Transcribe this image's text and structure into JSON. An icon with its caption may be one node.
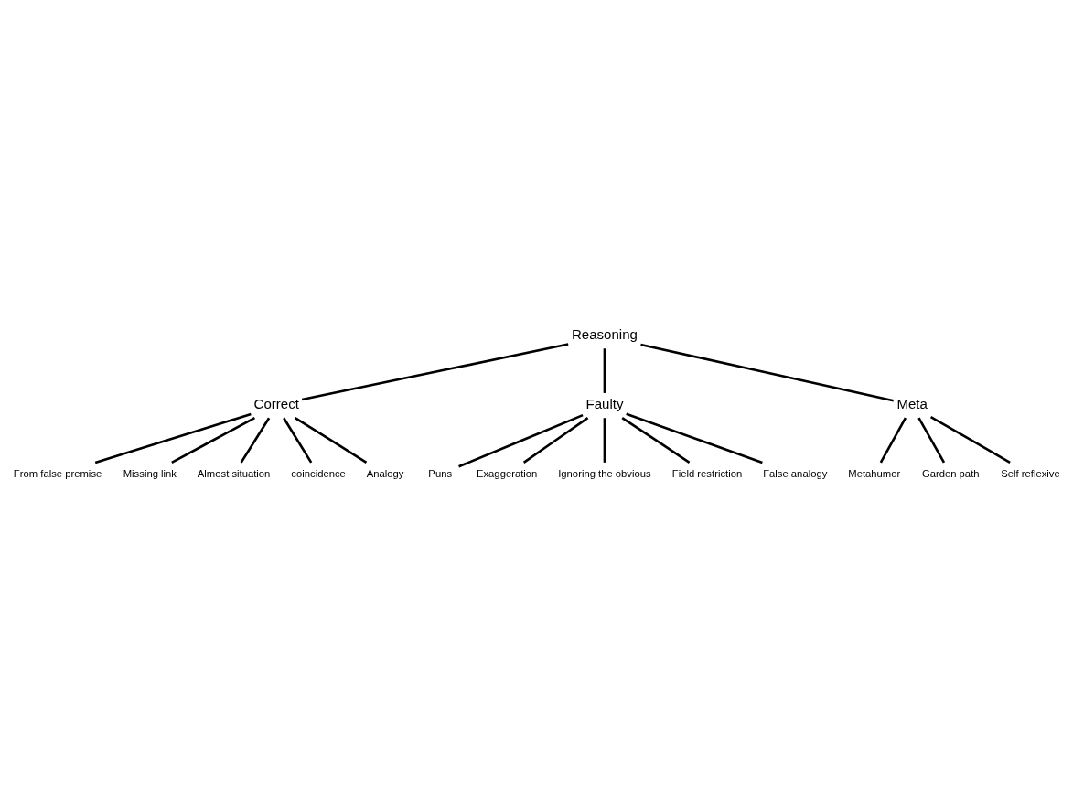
{
  "diagram": {
    "nodes": [
      {
        "text": [
          "Reasoning"
        ]
      },
      {
        "text": [
          "Correct"
        ]
      },
      {
        "text": [
          "Faulty"
        ]
      },
      {
        "text": [
          "Meta"
        ]
      },
      {
        "text": [
          "From false premise"
        ]
      },
      {
        "text": [
          "Missing link"
        ]
      },
      {
        "text": [
          "Almost situation"
        ]
      },
      {
        "text": [
          "coincidence"
        ]
      },
      {
        "text": [
          "Analogy"
        ]
      },
      {
        "text": [
          "Puns"
        ]
      },
      {
        "text": [
          "Exaggeration"
        ]
      },
      {
        "text": [
          "Ignoring the obvious"
        ]
      },
      {
        "text": [
          "Field restriction"
        ]
      },
      {
        "text": [
          "False analogy"
        ]
      },
      {
        "text": [
          "Metahumor"
        ]
      },
      {
        "text": [
          "Garden path"
        ]
      },
      {
        "text": [
          "Self reflexive"
        ]
      }
    ],
    "edges": [
      {
        "from": 0,
        "to": 1,
        "arrow": "none"
      },
      {
        "from": 0,
        "to": 2,
        "arrow": "none"
      },
      {
        "from": 0,
        "to": 3,
        "arrow": "none"
      },
      {
        "from": 1,
        "to": 4,
        "arrow": "none"
      },
      {
        "from": 1,
        "to": 5,
        "arrow": "none"
      },
      {
        "from": 1,
        "to": 6,
        "arrow": "none"
      },
      {
        "from": 1,
        "to": 7,
        "arrow": "none"
      },
      {
        "from": 1,
        "to": 8,
        "arrow": "none"
      },
      {
        "from": 2,
        "to": 9,
        "arrow": "none"
      },
      {
        "from": 2,
        "to": 10,
        "arrow": "none"
      },
      {
        "from": 2,
        "to": 11,
        "arrow": "none"
      },
      {
        "from": 2,
        "to": 12,
        "arrow": "none"
      },
      {
        "from": 2,
        "to": 13,
        "arrow": "none"
      },
      {
        "from": 3,
        "to": 14,
        "arrow": "none"
      },
      {
        "from": 3,
        "to": 15,
        "arrow": "none"
      },
      {
        "from": 3,
        "to": 16,
        "arrow": "none"
      }
    ]
  }
}
